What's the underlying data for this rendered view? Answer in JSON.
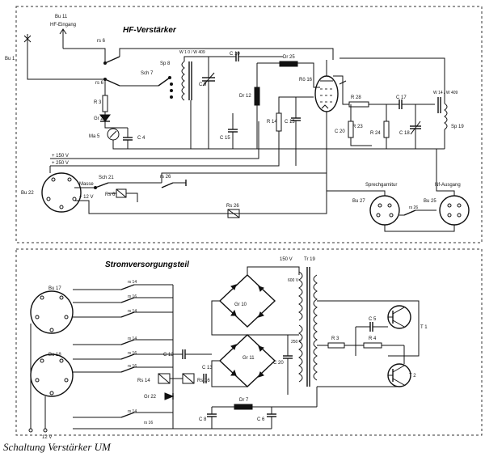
{
  "hf_section": {
    "title": "HF-Verstärker",
    "labels": {
      "bu11": "Bu 11",
      "hf_eingang": "HF-Eingang",
      "bu1": "Bu 1",
      "rs6a": "rs 6",
      "rs6b": "rs 6",
      "sch7": "Sch 7",
      "sp8": "Sp 8",
      "sp8_winding": "W 1 0 / W 409",
      "c10": "C 10",
      "dr25": "Dr 25",
      "rö16": "Rö 16",
      "c9": "C 9",
      "dr12": "Dr 12",
      "c15": "C 15",
      "r14": "R 14",
      "c13": "C 13",
      "r28": "R 28",
      "c17": "C 17",
      "sp19": "Sp 19",
      "sp19_winding": "W 14 / W 409",
      "r23": "R 23",
      "c20": "C 20",
      "r24": "R 24",
      "c18": "C 18",
      "r3": "R 3",
      "gr2": "Gr 2",
      "ma5": "Ma 5",
      "c4": "C 4",
      "v150": "+ 150 V",
      "v250": "+ 250 V",
      "bu22": "Bu 22",
      "masse": "Masse",
      "v12": "+ 12 V",
      "sch21": "Sch 21",
      "rs26a": "rs 26",
      "rs6c": "Rs 6",
      "rs26b": "Rs 26",
      "sprechgarnitur": "Sprechgarnitur",
      "nf_ausgang": "Nf-Ausgang",
      "bu27": "Bu 27",
      "bu25": "Bu 25",
      "rs26c": "rs 26"
    }
  },
  "power_section": {
    "title": "Stromversorgungsteil",
    "labels": {
      "v150": "150 V",
      "tr19": "Tr 19",
      "v600": "600 V",
      "bu17": "Bu 17",
      "gr10": "Gr 10",
      "bu18": "Bu 18",
      "c12": "C 12",
      "gr11": "Gr 11",
      "v250": "250 V",
      "c20": "C 20",
      "c5": "C 5",
      "t1": "T 1",
      "r3": "R 3",
      "r4": "R 4",
      "t2": "T 2",
      "rs16": "Rs 16",
      "rs14": "Rs 14",
      "c13": "C 13",
      "gr22": "Gr 22",
      "dr7": "Dr 7",
      "c8": "C 8",
      "c6": "C 6",
      "v12": "12 V",
      "rs14a": "rs 14",
      "rs16a": "rs 16",
      "rs14b": "rs 14",
      "rs14c": "rs 14",
      "rs16b": "rs 16",
      "rs16c": "rs 16",
      "rs14d": "rs 14",
      "rs16d": "rs 16"
    }
  },
  "caption": "Schaltung Verstärker UM"
}
